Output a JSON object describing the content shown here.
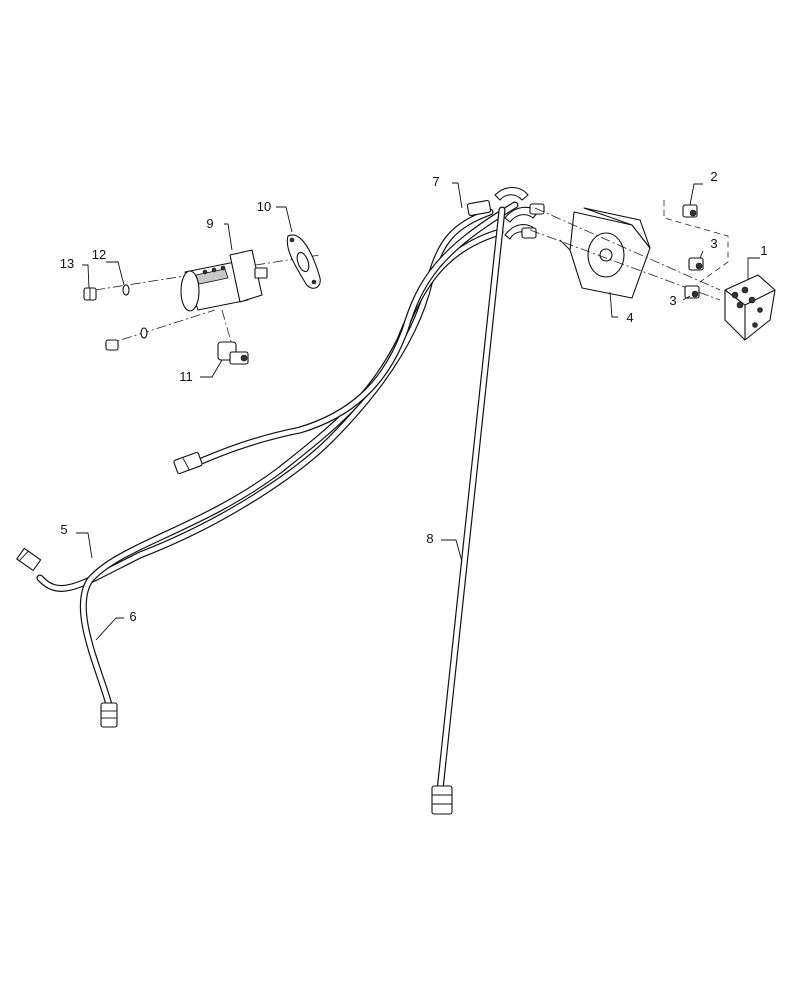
{
  "diagram": {
    "part_labels": [
      "1",
      "2",
      "3",
      "3",
      "4",
      "5",
      "6",
      "7",
      "8",
      "9",
      "10",
      "11",
      "12",
      "13"
    ]
  }
}
